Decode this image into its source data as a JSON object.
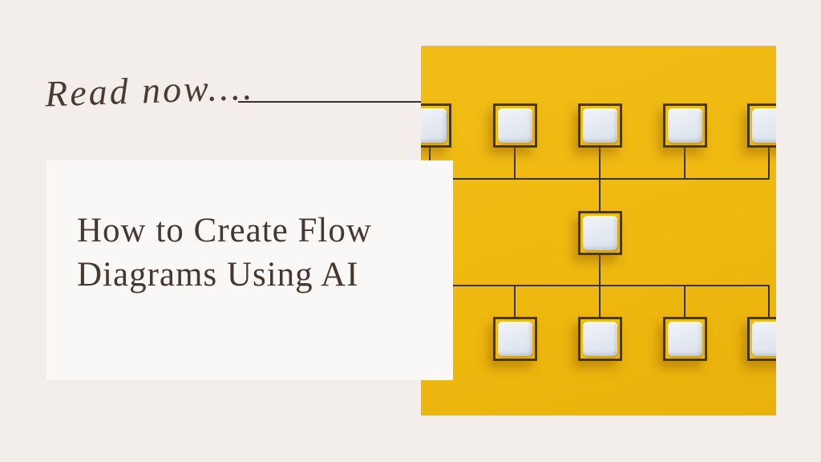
{
  "banner": {
    "background_color": "#f3eee9",
    "cta": {
      "label": "Read now....",
      "text_color": "#4a3b35",
      "line_color": "#3a302b"
    },
    "title_card": {
      "lines": [
        "How to Create Flow",
        "Diagrams Using AI"
      ],
      "full_title": "How to Create Flow Diagrams Using AI",
      "text_color": "#453831",
      "background_color": "#faf8f6"
    },
    "illustration": {
      "type": "3d-flow-diagram-render",
      "background_color": "#efb90f",
      "connector_color": "#35322c",
      "node_border_color": "#3a372e",
      "node_fill_color": "#e6ebf2",
      "visible_nodes": {
        "top_row": 5,
        "middle_row": 1,
        "bottom_row": 4
      }
    }
  }
}
